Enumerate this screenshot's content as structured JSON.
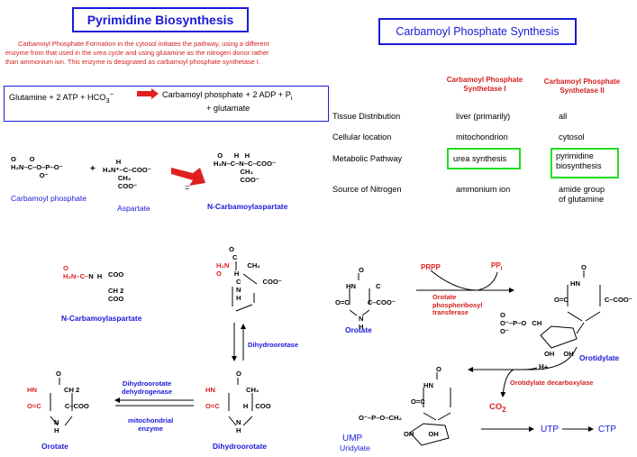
{
  "titles": {
    "main": "Pyrimidine Biosynthesis",
    "carbamoyl": "Carbamoyl Phosphate Synthesis"
  },
  "intro": {
    "line1": "Carbamoyl Phosphate Formation in the cytosol initiates the pathway, using a different",
    "line2": "enzyme from that used in the urea cycle and using glutamine as the nitrogen donor rather",
    "line3": "than ammonium ion.   This enzyme is designated as carbamoyl phosphate synthetase I."
  },
  "equation": {
    "left": "Glutamine  +  2 ATP  +  HCO",
    "left_sub": "3",
    "left_sup": "−",
    "right": "Carbamoyl phosphate  +  2 ADP  +  P",
    "right_sub": "i",
    "right2": "+  glutamate"
  },
  "table": {
    "col1": "Carbamoyl Phosphate\nSynthetase I",
    "col2": "Carbamoyl Phosphate\nSynthetase II",
    "rows": [
      {
        "label": "Tissue Distribution",
        "v1": "liver (primarily)",
        "v2": "all"
      },
      {
        "label": "Cellular location",
        "v1": "mitochondrion",
        "v2": "cytosol"
      },
      {
        "label": "Metabolic Pathway",
        "v1": "urea synthesis",
        "v2": "pyrimidine\nbiosynthesis"
      },
      {
        "label": "Source of Nitrogen",
        "v1": "ammonium ion",
        "v2": "amide group\nof glutamine"
      }
    ]
  },
  "row1": {
    "cp_struct": "O       O\nH₂N–C–O–P–O⁻\n               O⁻",
    "cp_label": "Carbamoyl phosphate",
    "asp_struct": "       H\nH₃N⁺–C–COO⁻\n        CH₂\n        COO⁻",
    "asp_label": "Aspartate",
    "ncasp_struct": "  O      H   H\nH₂N–C–N–C–COO⁻\n              CH₂\n              COO⁻",
    "ncasp_label": "N-Carbamoylaspartate",
    "plus": "+",
    "equals": "="
  },
  "bottom_left": {
    "ncasp_label": "N-Carbamoylaspartate",
    "dihydroorotase": "Dihydroorotase",
    "dhodh": "Dihydroorotate\ndehydrogenase",
    "mito": "mitochondrial\nenzyme",
    "orotate_label": "Orotate",
    "dihydroorotate_label": "Dihydroorotate"
  },
  "bottom_right": {
    "prpp": "PRPP",
    "ppi": "PP",
    "ppi_sub": "i",
    "opt": "Orotate\nphosphoribosyl\ntransferase",
    "orotate_label": "Orotate",
    "orotidylate_label": "Orotidylate",
    "decarbox": "Orotidylate decarboxylase",
    "h_plus": "H+",
    "co2": "CO",
    "co2_sub": "2",
    "ump": "UMP",
    "uridylate": "Uridylate",
    "utp": "UTP",
    "ctp": "CTP"
  }
}
